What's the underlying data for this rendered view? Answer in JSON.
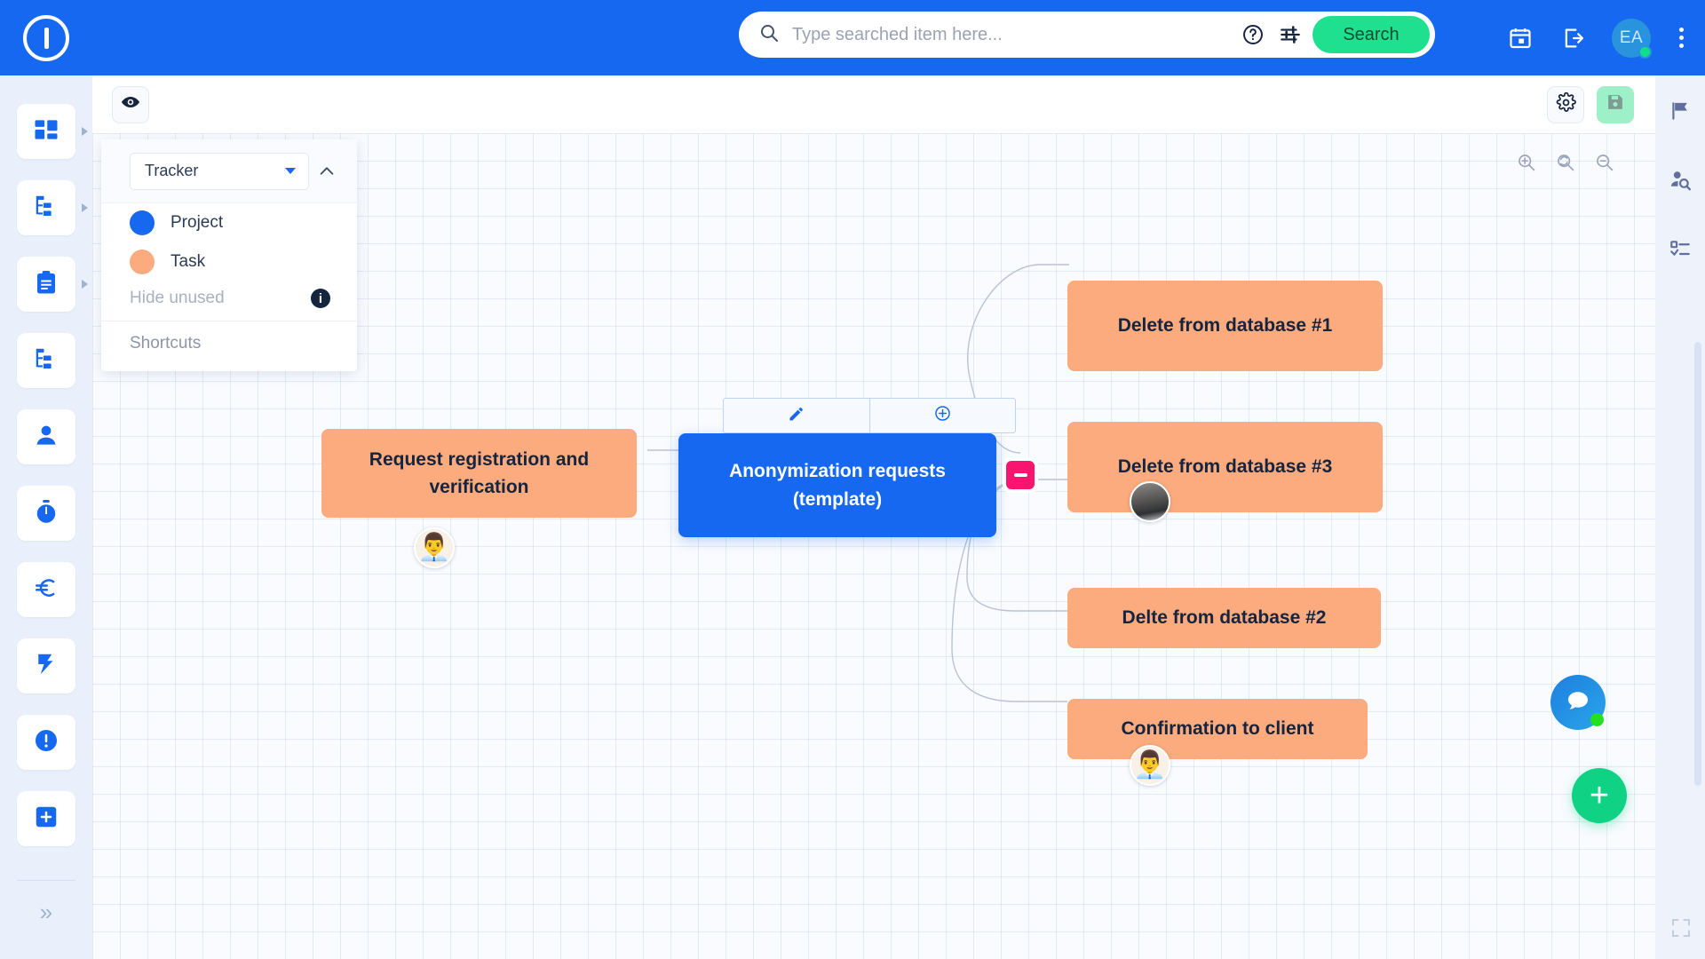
{
  "header": {
    "logo_icon": "power-logo-icon",
    "search": {
      "placeholder": "Type searched item here...",
      "value": "",
      "search_icon": "search-icon",
      "help_icon": "help-circle-icon",
      "filters_icon": "filter-sliders-icon",
      "button_label": "Search"
    },
    "icons": [
      {
        "name": "calendar-icon"
      },
      {
        "name": "logout-icon"
      }
    ],
    "avatar": {
      "initials": "EA",
      "status": "online"
    },
    "kebab_icon": "more-vertical-icon"
  },
  "left_sidebar": {
    "items": [
      {
        "name": "dashboard",
        "icon": "dashboard-grid-icon",
        "has_caret": true
      },
      {
        "name": "projects",
        "icon": "hierarchy-icon",
        "has_caret": true
      },
      {
        "name": "tasks",
        "icon": "clipboard-icon",
        "has_caret": true
      },
      {
        "name": "structure",
        "icon": "hierarchy-icon",
        "has_caret": false
      },
      {
        "name": "contacts",
        "icon": "person-icon",
        "has_caret": false
      },
      {
        "name": "time-tracking",
        "icon": "stopwatch-icon",
        "has_caret": false
      },
      {
        "name": "finance",
        "icon": "euro-icon",
        "has_caret": false
      },
      {
        "name": "automation",
        "icon": "lightning-icon",
        "has_caret": false
      },
      {
        "name": "issues",
        "icon": "exclamation-circle-icon",
        "has_caret": false
      },
      {
        "name": "add-new",
        "icon": "plus-square-icon",
        "has_caret": false
      }
    ],
    "expand_icon": "chevron-double-right-icon"
  },
  "right_sidebar": {
    "items": [
      {
        "name": "flags",
        "icon": "flag-icon"
      },
      {
        "name": "find-person",
        "icon": "person-search-icon"
      },
      {
        "name": "checklist",
        "icon": "checklist-icon"
      }
    ],
    "fullscreen_icon": "fullscreen-icon"
  },
  "toolbar": {
    "preview_icon": "eye-icon",
    "settings_icon": "gear-icon",
    "save_icon": "save-disk-icon"
  },
  "canvas": {
    "zoom_in_icon": "zoom-in-icon",
    "zoom_reset_icon": "zoom-reset-icon",
    "zoom_out_icon": "zoom-out-icon"
  },
  "legend": {
    "select_value": "Tracker",
    "collapse_icon": "chevron-up-icon",
    "items": [
      {
        "label": "Project",
        "color": "#1668f0"
      },
      {
        "label": "Task",
        "color": "#fbab7d"
      }
    ],
    "hide_unused_label": "Hide unused",
    "info_icon": "info-icon",
    "info_glyph": "i",
    "shortcuts_label": "Shortcuts"
  },
  "mindmap": {
    "center_node": {
      "label": "Anonymization requests (template)",
      "type": "project",
      "color": "#1668f0",
      "toolbar": {
        "edit_icon": "pencil-icon",
        "add_icon": "plus-circle-icon"
      },
      "collapse_badge": {
        "icon": "minus-icon",
        "color": "#f9156f"
      }
    },
    "left_nodes": [
      {
        "label": "Request registration and verification",
        "type": "task",
        "color": "#fbab7d",
        "avatar": "blond-man-avatar"
      }
    ],
    "right_nodes": [
      {
        "label": "Delete from database #1",
        "type": "task",
        "color": "#fbab7d",
        "avatar": null
      },
      {
        "label": "Delete from database #3",
        "type": "task",
        "color": "#fbab7d",
        "avatar": "photo-man-avatar"
      },
      {
        "label": "Delte from database #2",
        "type": "task",
        "color": "#fbab7d",
        "avatar": null
      },
      {
        "label": "Confirmation to client",
        "type": "task",
        "color": "#fbab7d",
        "avatar": "blond-man-avatar"
      }
    ]
  },
  "floating": {
    "chat_icon": "chat-bubble-icon",
    "chat_status": "online",
    "add_label": "+"
  }
}
